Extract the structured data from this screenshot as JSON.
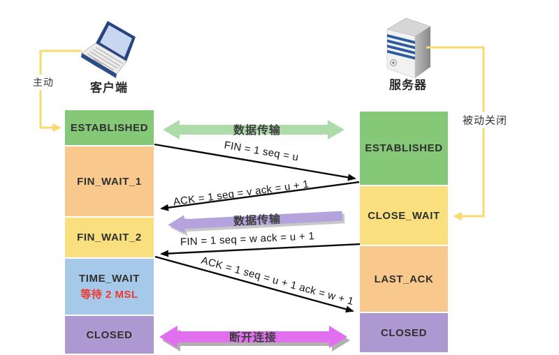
{
  "client": {
    "device_label": "客户端",
    "action_label": "主动"
  },
  "server": {
    "device_label": "服务器",
    "action_label": "被动关闭"
  },
  "client_states": [
    {
      "name": "ESTABLISHED",
      "color": "#84c878"
    },
    {
      "name": "FIN_WAIT_1",
      "color": "#f8c88d"
    },
    {
      "name": "FIN_WAIT_2",
      "color": "#f9df7d"
    },
    {
      "name": "TIME_WAIT",
      "color": "#a6c9e9",
      "note": "等待 2 MSL",
      "note_color": "#f2352b"
    },
    {
      "name": "CLOSED",
      "color": "#ae98d2"
    }
  ],
  "server_states": [
    {
      "name": "ESTABLISHED",
      "color": "#84c878"
    },
    {
      "name": "CLOSE_WAIT",
      "color": "#f9df7d"
    },
    {
      "name": "LAST_ACK",
      "color": "#f8c88d"
    },
    {
      "name": "CLOSED",
      "color": "#ae98d2"
    }
  ],
  "messages": [
    {
      "label": "FIN = 1 seq = u",
      "from": "client",
      "to": "server"
    },
    {
      "label": "ACK = 1 seq = v ack = u + 1",
      "from": "server",
      "to": "client"
    },
    {
      "label": "FIN = 1 seq = w ack = u + 1",
      "from": "server",
      "to": "client"
    },
    {
      "label": "ACK = 1 seq = u + 1 ack = w + 1",
      "from": "client",
      "to": "server"
    }
  ],
  "banners": [
    {
      "label": "数据传输",
      "color": "#aedbaa",
      "direction": "both"
    },
    {
      "label": "数据传输",
      "color": "#b4a3dd",
      "direction": "left"
    },
    {
      "label": "断开连接",
      "color": "#e16ff0",
      "direction": "both"
    }
  ],
  "colors": {
    "connector_yellow": "#f8db6f",
    "message_arrow": "#000000",
    "time_wait_note_red": "#f2352b"
  }
}
